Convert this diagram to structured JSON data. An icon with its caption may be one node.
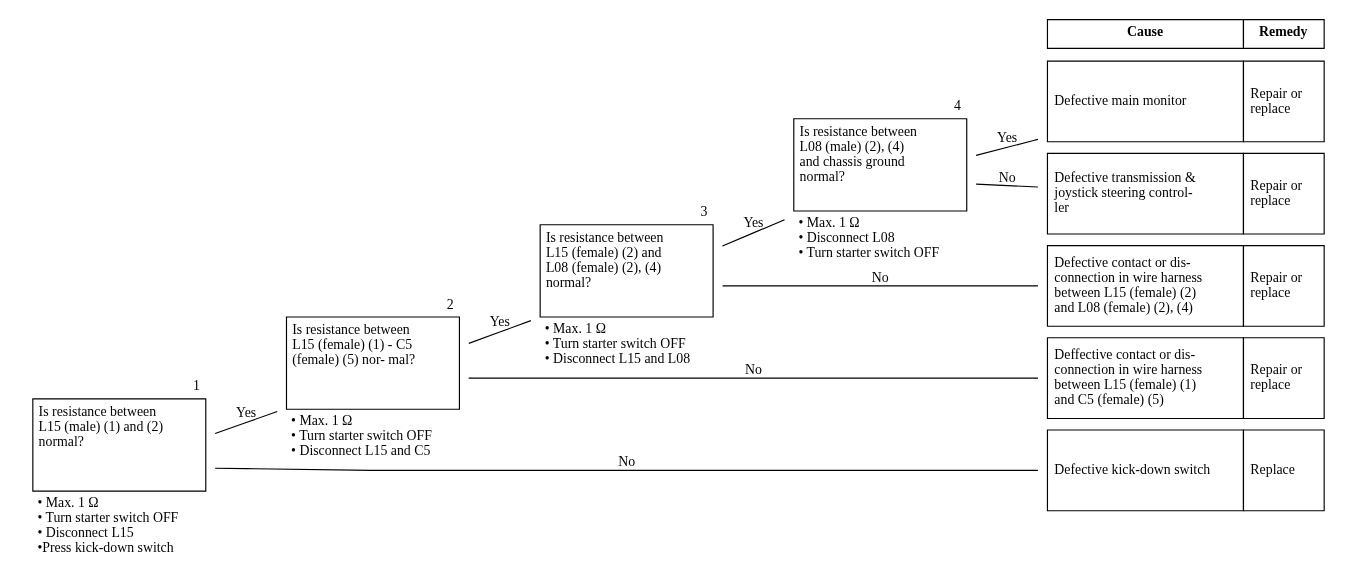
{
  "diagram": {
    "nodes": [
      {
        "text": [
          "Is resistance between L15 (male) (1) and (2) normal?"
        ],
        "beside": [
          "1",
          "• Max. 1 Ω",
          "• Turn starter switch OFF",
          "• Disconnect L15",
          "•Press kick-down switch"
        ]
      },
      {
        "text": [
          "Is resistance between L15 (female) (1) - C5 (female) (5) nor- mal?"
        ],
        "beside": [
          "2",
          "• Max. 1 Ω",
          "• Turn starter switch OFF",
          "• Disconnect L15 and C5"
        ]
      },
      {
        "text": [
          "Is resistance between L15 (female) (2) and L08 (female) (2), (4) normal?"
        ],
        "beside": [
          "3",
          "• Max. 1 Ω",
          "• Turn starter switch OFF",
          "• Disconnect L15 and L08"
        ]
      },
      {
        "text": [
          "Is resistance between L08 (male) (2), (4) and chassis ground normal?"
        ],
        "beside": [
          "4",
          "• Max. 1 Ω",
          "• Disconnect L08",
          "• Turn starter switch OFF"
        ]
      },
      {
        "text": [
          "Defective main monitor",
          "Repair or replace"
        ]
      },
      {
        "text": [
          "Defective transmission & joystick steering control- ler",
          "Repair or replace"
        ]
      },
      {
        "text": [
          "Defective contact or dis- connection in wire harness between L15 (female) (2) and L08 (female) (2), (4)",
          "Repair or replace"
        ]
      },
      {
        "text": [
          "Deffective contact or dis- connection in wire harness between L15 (female) (1) and C5 (female) (5)",
          "Repair or replace"
        ]
      },
      {
        "text": [
          "Defective kick-down switch",
          "Replace"
        ]
      }
    ],
    "edges": [
      {
        "from": 0,
        "to": 1,
        "arrow": "none",
        "label": "Yes"
      },
      {
        "from": 0,
        "to": 8,
        "arrow": "none",
        "label": "No"
      },
      {
        "from": 1,
        "to": 2,
        "arrow": "none",
        "label": "Yes"
      },
      {
        "from": 1,
        "to": 7,
        "arrow": "none",
        "label": "No"
      },
      {
        "from": 2,
        "to": 3,
        "arrow": "none",
        "label": "Yes"
      },
      {
        "from": 2,
        "to": 6,
        "arrow": "none",
        "label": "No"
      },
      {
        "from": 3,
        "to": 4,
        "arrow": "none",
        "label": "Yes"
      },
      {
        "from": 3,
        "to": 5,
        "arrow": "none",
        "label": "No"
      }
    ],
    "labels": [
      "Cause",
      "Remedy"
    ]
  }
}
